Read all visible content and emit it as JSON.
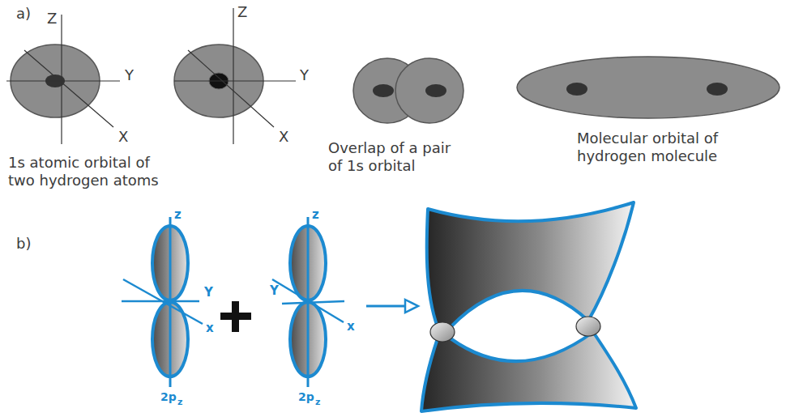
{
  "diagram": {
    "labels": [
      "a)",
      "Z",
      "Y",
      "X",
      "Z",
      "Y",
      "X",
      "1s atomic orbital of two hydrogen atoms",
      "Overlap of a pair of 1s orbital",
      "Molecular orbital of hydrogen molecule",
      "b)",
      "z",
      "Y",
      "x",
      "2p",
      "z",
      "z",
      "Y",
      "x",
      "2p",
      "z"
    ]
  }
}
